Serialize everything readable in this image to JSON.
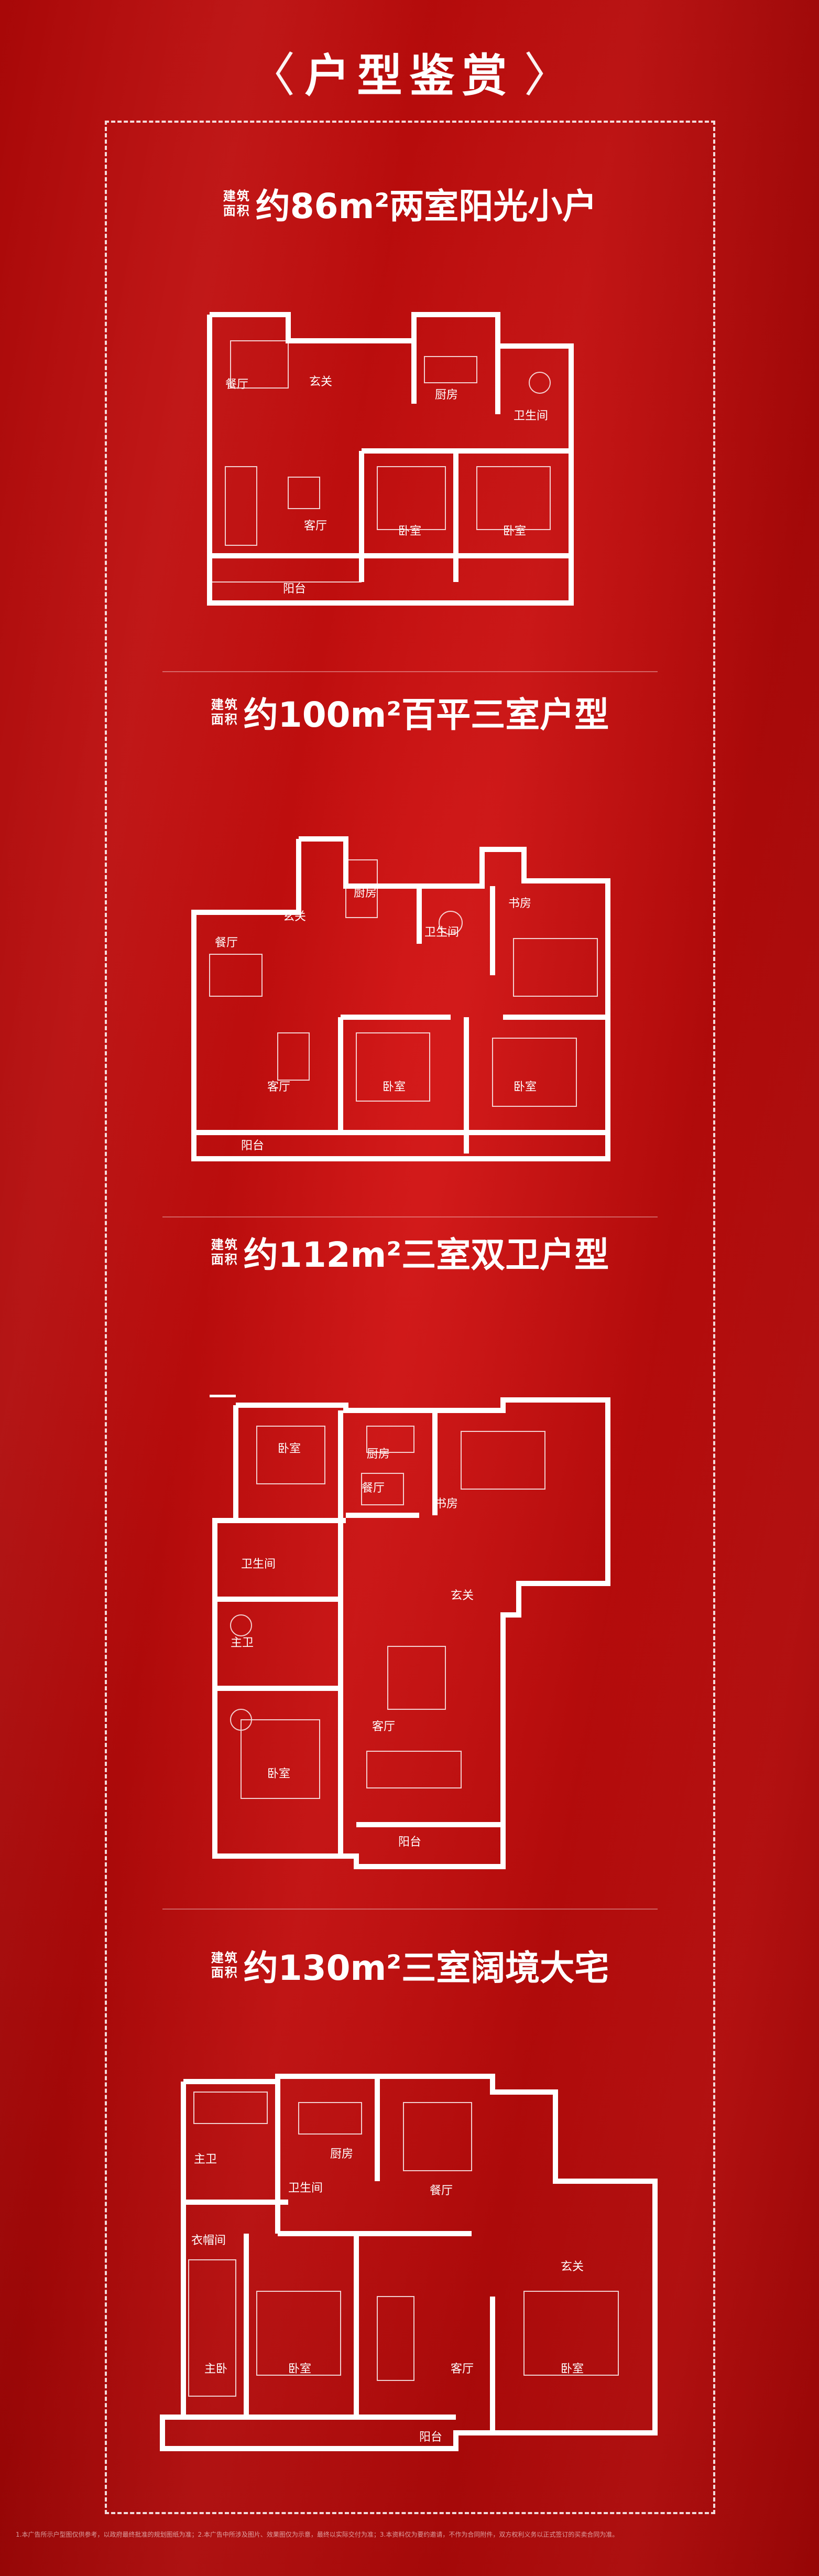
{
  "title": "户型鉴赏",
  "units": [
    {
      "label_top": "建筑",
      "label_bottom": "面积",
      "name": "约86m²两室阳光小户",
      "rooms": {
        "dining": "餐厅",
        "entry": "玄关",
        "kitchen": "厨房",
        "bath": "卫生间",
        "living": "客厅",
        "bed1": "卧室",
        "bed2": "卧室",
        "balcony": "阳台"
      }
    },
    {
      "label_top": "建筑",
      "label_bottom": "面积",
      "name": "约100m²百平三室户型",
      "rooms": {
        "entry": "玄关",
        "kitchen": "厨房",
        "bath": "卫生间",
        "study": "书房",
        "dining": "餐厅",
        "living": "客厅",
        "bed1": "卧室",
        "bed2": "卧室",
        "balcony": "阳台"
      }
    },
    {
      "label_top": "建筑",
      "label_bottom": "面积",
      "name": "约112m²三室双卫户型",
      "rooms": {
        "bed1": "卧室",
        "kitchen": "厨房",
        "study": "书房",
        "dining": "餐厅",
        "bath": "卫生间",
        "entry": "玄关",
        "master_bath": "主卫",
        "living": "客厅",
        "bed2": "卧室",
        "balcony": "阳台"
      }
    },
    {
      "label_top": "建筑",
      "label_bottom": "面积",
      "name": "约130m²三室阔境大宅",
      "rooms": {
        "master_bath": "主卫",
        "kitchen": "厨房",
        "bath": "卫生间",
        "dining": "餐厅",
        "closet": "衣帽间",
        "entry": "玄关",
        "master_bed": "主卧",
        "bed": "卧室",
        "living": "客厅",
        "bed2": "卧室",
        "balcony": "阳台"
      }
    }
  ],
  "footnote": "1.本广告所示户型图仅供参考，以政府最终批准的规划图纸为准；2.本广告中所涉及图片、效果图仅为示意，最终以实际交付为准；3.本资料仅为要约邀请，不作为合同附件，双方权利义务以正式签订的买卖合同为准。"
}
